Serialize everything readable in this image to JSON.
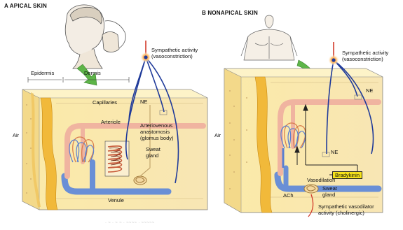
{
  "panel_a": {
    "title": "A   APICAL SKIN",
    "sympathetic": [
      "Sympathetic activity",
      "(vasoconstriction)"
    ],
    "epidermis": "Epidermis",
    "dermis": "Dermis",
    "capillaries": "Capillaries",
    "ne": "NE",
    "arteriole": "Arteriole",
    "ava": [
      "Arteriovenous",
      "anastomosis",
      "(glomus body)"
    ],
    "sweat": [
      "Sweat",
      "gland"
    ],
    "venule": "Venule",
    "air": "Air"
  },
  "panel_b": {
    "title": "B   NONAPICAL SKIN",
    "sympathetic": [
      "Sympathetic activity",
      "(vasoconstriction)"
    ],
    "ne_top": "NE",
    "ne_mid": "NE",
    "air": "Air",
    "bradykinin": "Bradykinin",
    "vasodilation": "Vasodilation",
    "sweat": [
      "Sweat",
      "gland"
    ],
    "ach": "ACh",
    "vasodilator": [
      "Sympathetic vasodilator",
      "activity (cholinergic)"
    ]
  },
  "footer_text": "· ~ · ~  ~ · ~~~~ · ~~~~~"
}
